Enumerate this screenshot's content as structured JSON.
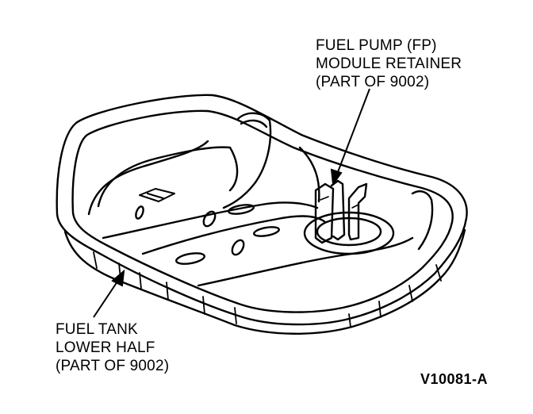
{
  "callouts": {
    "pump_retainer": {
      "line1": "FUEL PUMP (FP)",
      "line2": "MODULE RETAINER",
      "line3": "(PART OF 9002)"
    },
    "tank_lower_half": {
      "line1": "FUEL TANK",
      "line2": "LOWER HALF",
      "line3": "(PART OF 9002)"
    }
  },
  "figure_id": "V10081-A",
  "colors": {
    "ink": "#000000",
    "paper": "#ffffff"
  }
}
